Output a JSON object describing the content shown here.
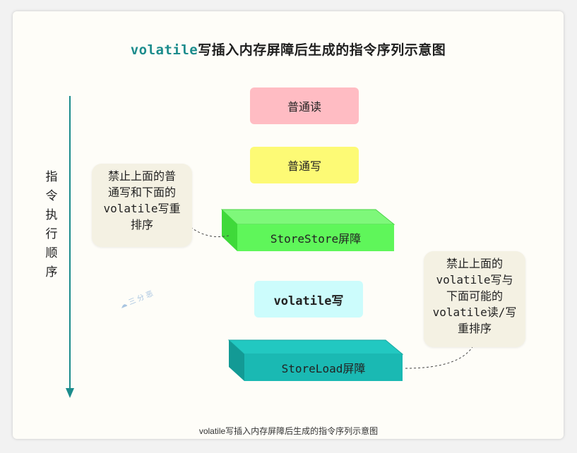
{
  "title": {
    "keyword": "volatile",
    "rest": "写插入内存屏障后生成的指令序列示意图"
  },
  "vertical_label": "指令执行顺序",
  "instructions": [
    {
      "label": "普通读",
      "color": "#ffbcc3"
    },
    {
      "label": "普通写",
      "color": "#fdfa75"
    },
    {
      "label": "StoreStore屏障",
      "color": "#5ff65a"
    },
    {
      "label": "volatile写",
      "color": "#ccfcfc"
    },
    {
      "label": "StoreLoad屏障",
      "color": "#1ab9b3"
    }
  ],
  "notes": {
    "left": [
      "禁止上面的普",
      "通写和下面的",
      "volatile写重",
      "排序"
    ],
    "right": [
      "禁止上面的",
      "volatile写与",
      "下面可能的",
      "volatile读/写",
      "重排序"
    ]
  },
  "watermark": "三 分 恶",
  "caption": "volatile写插入内存屏障后生成的指令序列示意图",
  "colors": {
    "arrow": "#1c8c8c",
    "title_keyword": "#1c8c8c",
    "note_bg": "#f4f1e3"
  }
}
